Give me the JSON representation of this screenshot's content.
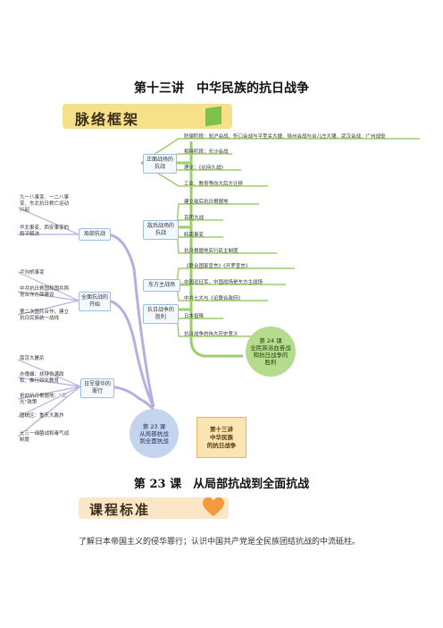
{
  "page": {
    "title": "第十三讲　中华民族的抗日战争",
    "banner1": "脉络框架",
    "lesson_title": "第 23 课　从局部抗战到全面抗战",
    "banner2": "课程标准",
    "standard_text": "了解日本帝国主义的侵华罪行；认识中国共产党是全民族团结抗战的中流砥柱。"
  },
  "mindmap": {
    "center": "第十三讲\n中华民族\n的抗日战争",
    "lesson24": "第 24 课\n全民族浴血奋战\n和抗日战争的\n胜利",
    "lesson23": "第 23 课\n从局部抗战\n到全面抗战",
    "branches": {
      "zhengmian": "正面战场的\n抗战",
      "dihou": "敌后战场的\n抗战",
      "dongfang": "东方主战场",
      "shengli": "抗日战争的\n胜利",
      "jubu": "局部抗战",
      "quanmian": "全面抗战的\n开始",
      "rijun": "日军侵华的\n罪行"
    },
    "leaves": {
      "z1": "防御阶段：淞沪会战、忻口会战与平型关大捷、徐州会战与台儿庄大捷、武汉会战、广州战役",
      "z2": "相持阶段：长沙会战",
      "z3": "理论：《论持久战》",
      "z4": "工业、教育等向大后方迁移",
      "d1": "建立敌后抗日根据地",
      "d2": "百团大战",
      "d3": "皖南事变",
      "d4": "抗日根据地实行民主制度",
      "f1": "《联合国家宣言》《开罗宣言》",
      "f2": "中国远征军、中国战场是东方主战场",
      "f3": "中共七大与《论联合政府》",
      "s1": "日本投降",
      "s2": "抗日战争的伟大历史意义"
    },
    "left_notes": {
      "l1": "九一八事变、一二八事变、东北抗日救亡运动兴起",
      "l2": "华北事变、西安事变的和平解决",
      "l3": "卢沟桥事变",
      "l4": "中共抗日救国和国共两党合作方面建设",
      "l5": "第二次国共合作，建立抗日民族统一战线",
      "l6": "南京大屠杀",
      "l7": "办傀儡：扶持伪满政权、推行奴化教育",
      "l8": "抢劫抗日根据地：“三光”政策",
      "l9": "国统区：重庆大轰炸",
      "l10": "七三一细菌战和毒气战制度"
    }
  }
}
